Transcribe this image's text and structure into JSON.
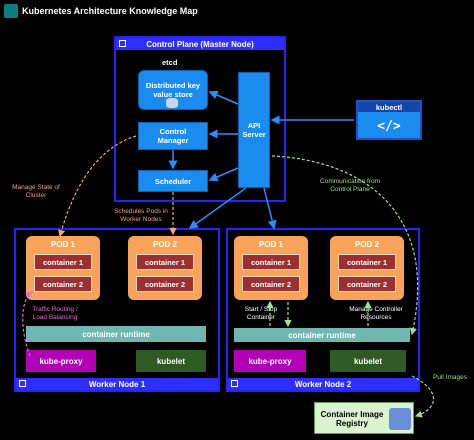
{
  "title": "Kubernetes Architecture Knowledge Map",
  "control_plane": {
    "label": "Control Plane (Master Node)",
    "etcd_label": "etcd",
    "store_label": "Distributed key value store",
    "controller_label": "Control Manager",
    "scheduler_label": "Scheduler",
    "api_label": "API Server"
  },
  "kubectl": {
    "label": "kubectl"
  },
  "worker1": {
    "label": "Worker Node 1",
    "pods": [
      {
        "name": "POD 1",
        "containers": [
          "container 1",
          "container 2"
        ]
      },
      {
        "name": "POD 2",
        "containers": [
          "container 1",
          "container 2"
        ]
      }
    ],
    "runtime": "container runtime",
    "proxy": "kube-proxy",
    "kubelet": "kubelet"
  },
  "worker2": {
    "label": "Worker Node 2",
    "pods": [
      {
        "name": "POD 1",
        "containers": [
          "container 1",
          "container 2"
        ]
      },
      {
        "name": "POD 2",
        "containers": [
          "container 1",
          "container 2"
        ]
      }
    ],
    "runtime": "container runtime",
    "proxy": "kube-proxy",
    "kubelet": "kubelet"
  },
  "annotations": {
    "manage_state": "Manage State of Cluster",
    "schedules_pods": "Schedules Pods in Worker Nodes",
    "communication": "Communication from Control Plane",
    "traffic": "Traffic Routing / Load Balancing",
    "start_stop": "Start / Stop Container",
    "manage_resources": "Manage Controller Resources",
    "pull_images": "Pull Images"
  },
  "registry": {
    "label": "Container Image Registry"
  },
  "colors": {
    "node_border": "#2424ff",
    "component_blue": "#1a8cf0",
    "pod_orange": "#f7a35a",
    "container_red": "#9b3030",
    "runtime_teal": "#6fb7b0",
    "proxy_magenta": "#b100b5",
    "kubelet_green": "#2e5a24"
  }
}
